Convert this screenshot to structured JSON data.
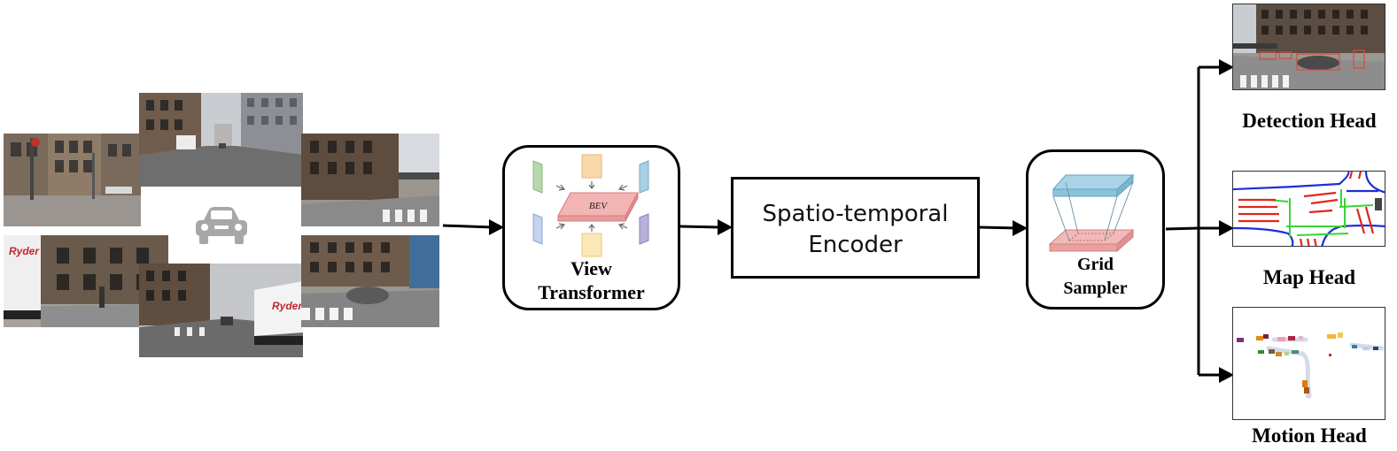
{
  "view_transformer": {
    "bev_label": "BEV",
    "line1": "View",
    "line2": "Transformer"
  },
  "encoder": {
    "line1": "Spatio-temporal",
    "line2": "Encoder"
  },
  "grid_sampler": {
    "line1": "Grid",
    "line2": "Sampler"
  },
  "heads": {
    "detection": "Detection Head",
    "map": "Map Head",
    "motion": "Motion Head"
  },
  "camera_signage": {
    "truck_left": "Ryder",
    "truck_right": "Ryder"
  },
  "icons": {
    "ego": "car-icon"
  }
}
